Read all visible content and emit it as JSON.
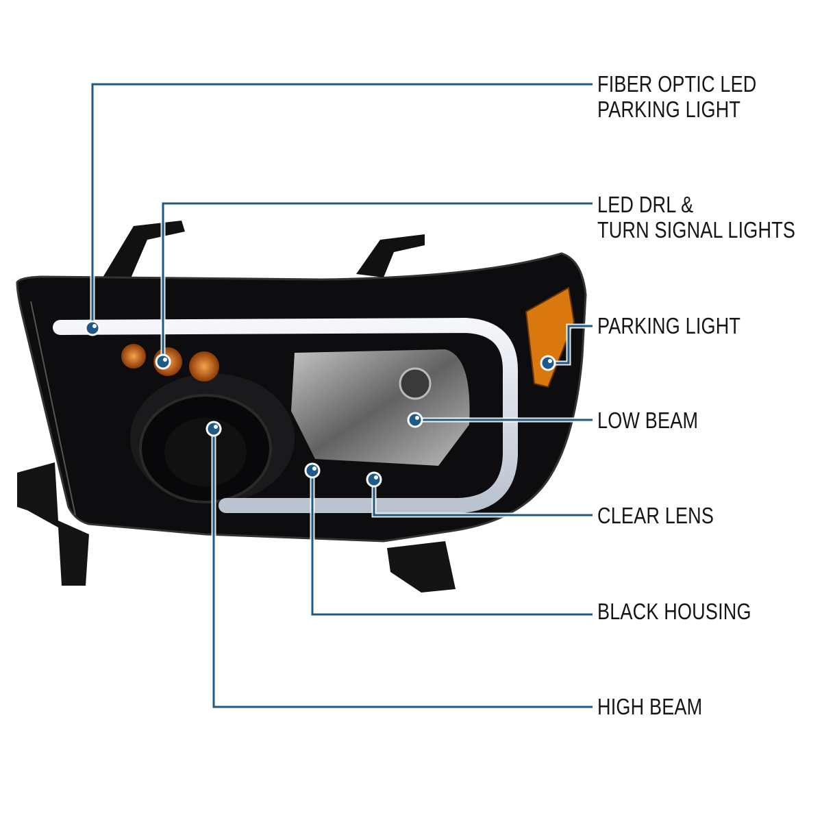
{
  "colors": {
    "callout_line": "#1f5a86",
    "dot": "#1f5a86",
    "amber": "#d9780f"
  },
  "callouts": [
    {
      "id": "fiber-optic",
      "lines": [
        "FIBER OPTIC LED",
        "PARKING LIGHT"
      ]
    },
    {
      "id": "led-drl",
      "lines": [
        "LED DRL &",
        "TURN SIGNAL LIGHTS"
      ]
    },
    {
      "id": "parking-light",
      "lines": [
        "PARKING LIGHT"
      ]
    },
    {
      "id": "low-beam",
      "lines": [
        "LOW BEAM"
      ]
    },
    {
      "id": "clear-lens",
      "lines": [
        "CLEAR LENS"
      ]
    },
    {
      "id": "black-housing",
      "lines": [
        "BLACK HOUSING"
      ]
    },
    {
      "id": "high-beam",
      "lines": [
        "HIGH BEAM"
      ]
    }
  ]
}
